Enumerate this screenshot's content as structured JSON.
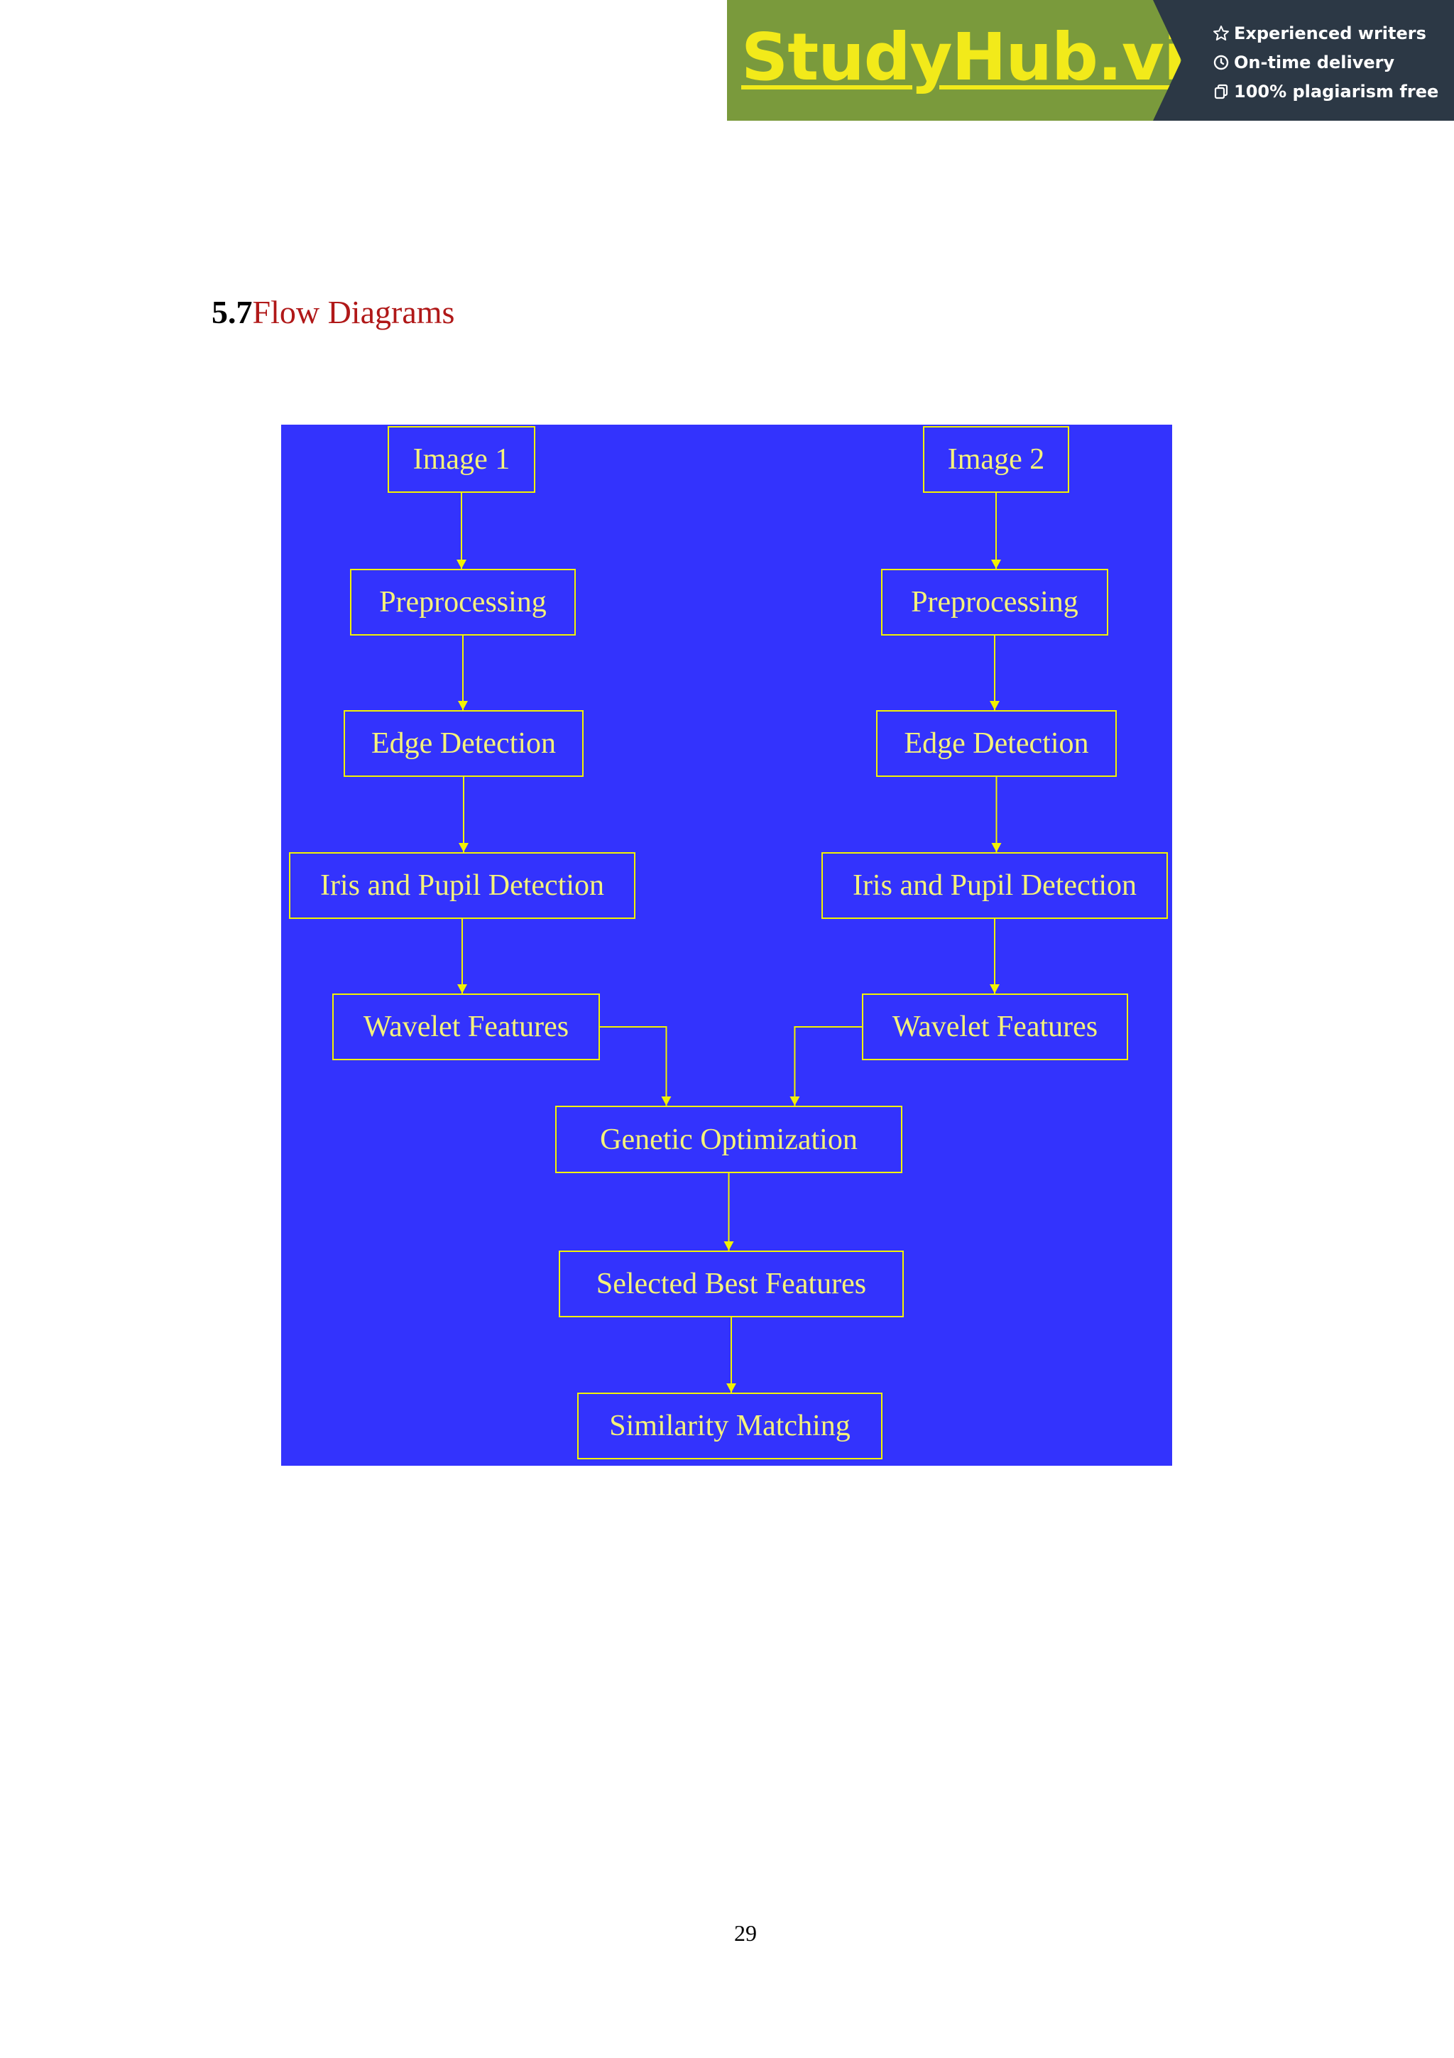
{
  "banner": {
    "logo": "StudyHub.vip",
    "perks": [
      {
        "icon": "star-icon",
        "label": "Experienced writers"
      },
      {
        "icon": "clock-icon",
        "label": "On-time delivery"
      },
      {
        "icon": "copy-icon",
        "label": "100% plagiarism free"
      }
    ],
    "colors": {
      "green": "#7a9a3c",
      "dark": "#2c3845",
      "logo": "#f2ea1a"
    }
  },
  "section": {
    "number": "5.7",
    "title": "Flow Diagrams"
  },
  "diagram": {
    "colors": {
      "background": "#3333fd",
      "line": "#f2f200",
      "text": "#f5f27a"
    },
    "nodes": {
      "image1": "Image 1",
      "pre1": "Preprocessing",
      "edge1": "Edge Detection",
      "iris1": "Iris and Pupil Detection",
      "wave1": "Wavelet Features",
      "image2": "Image 2",
      "pre2": "Preprocessing",
      "edge2": "Edge Detection",
      "iris2": "Iris and Pupil Detection",
      "wave2": "Wavelet Features",
      "genetic": "Genetic Optimization",
      "best": "Selected Best Features",
      "match": "Similarity  Matching"
    },
    "edges": [
      [
        "image1",
        "pre1"
      ],
      [
        "pre1",
        "edge1"
      ],
      [
        "edge1",
        "iris1"
      ],
      [
        "iris1",
        "wave1"
      ],
      [
        "wave1",
        "genetic"
      ],
      [
        "image2",
        "pre2"
      ],
      [
        "pre2",
        "edge2"
      ],
      [
        "edge2",
        "iris2"
      ],
      [
        "iris2",
        "wave2"
      ],
      [
        "wave2",
        "genetic"
      ],
      [
        "genetic",
        "best"
      ],
      [
        "best",
        "match"
      ]
    ]
  },
  "page_number": "29"
}
